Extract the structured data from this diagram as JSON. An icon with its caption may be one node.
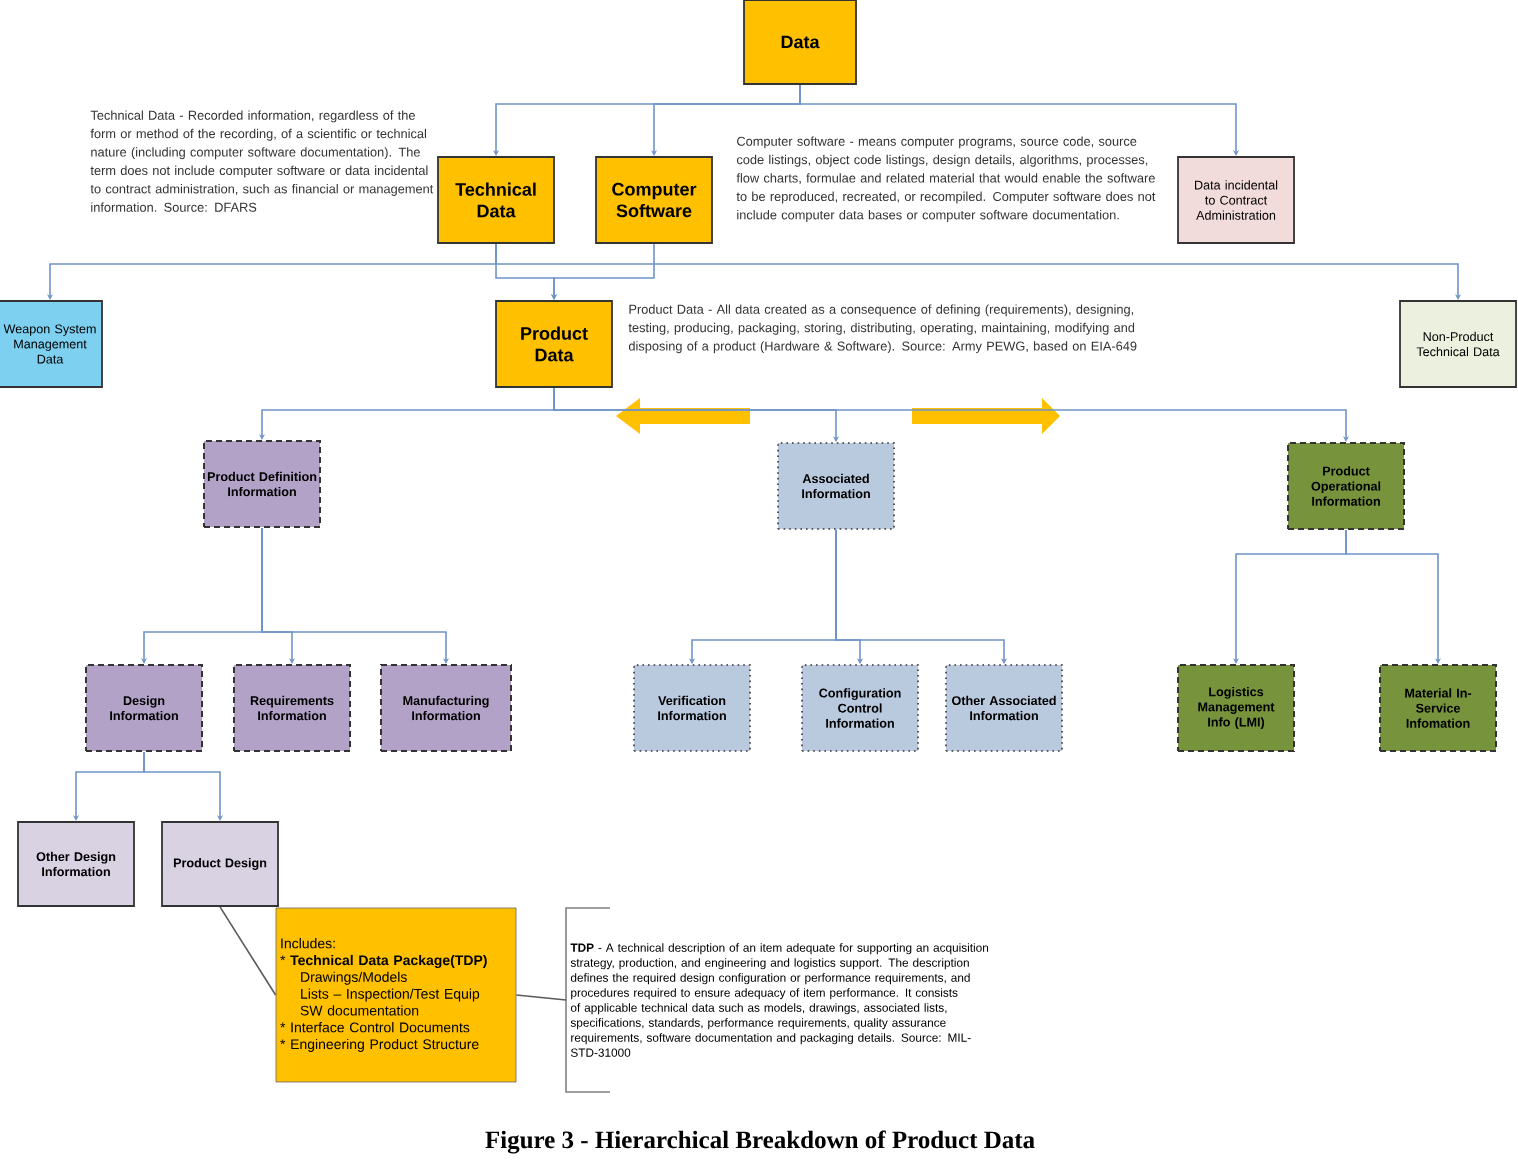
{
  "diagram": {
    "caption": "Figure 3 - Hierarchical Breakdown of Product Data",
    "nodes": [
      {
        "text": [
          "Data"
        ]
      },
      {
        "text": [
          "Technical Data"
        ]
      },
      {
        "text": [
          "Computer Software"
        ]
      },
      {
        "text": [
          "Data incidental to Contract Administration"
        ]
      },
      {
        "text": [
          "Weapon System Management Data"
        ]
      },
      {
        "text": [
          "Product Data"
        ]
      },
      {
        "text": [
          "Non-Product Technical Data"
        ]
      },
      {
        "text": [
          "Product Definition Information"
        ]
      },
      {
        "text": [
          "Associated Information"
        ]
      },
      {
        "text": [
          "Product Operational Information"
        ]
      },
      {
        "text": [
          "Design Information"
        ]
      },
      {
        "text": [
          "Requirements Information"
        ]
      },
      {
        "text": [
          "Manufacturing Information"
        ]
      },
      {
        "text": [
          "Verification Information"
        ]
      },
      {
        "text": [
          "Configuration Control Information"
        ]
      },
      {
        "text": [
          "Other Associated Information"
        ]
      },
      {
        "text": [
          "Logistics Management Info (LMI)"
        ]
      },
      {
        "text": [
          "Material In-Service Infomation"
        ]
      },
      {
        "text": [
          "Other Design Information"
        ]
      },
      {
        "text": [
          "Product Design"
        ]
      },
      {
        "text": [
          "Includes:",
          "* **Technical Data Package(TDP)**",
          "Drawings/Models",
          "Lists – Inspection/Test Equip",
          "SW documentation",
          "* Interface Control Documents",
          "* Engineering Product Structure"
        ]
      },
      {
        "text": [
          "**TDP** - A technical description of an item adequate for supporting an acquisition strategy, production, and engineering and logistics support. The description defines the required design configuration or performance requirements, and procedures required to ensure adequacy of item performance. It consists of applicable technical data such as models, drawings, associated lists, specifications, standards, performance requirements, quality assurance requirements, software documentation and packaging details. Source: MIL-STD-31000"
        ]
      }
    ],
    "edges": [
      {
        "from": 0,
        "to": 1,
        "arrow": "to"
      },
      {
        "from": 0,
        "to": 2,
        "arrow": "to"
      },
      {
        "from": 0,
        "to": 3,
        "arrow": "to"
      },
      {
        "from": 1,
        "to": 4,
        "arrow": "to"
      },
      {
        "from": 1,
        "to": 5,
        "arrow": "to"
      },
      {
        "from": 2,
        "to": 5,
        "arrow": "to"
      },
      {
        "from": 1,
        "to": 6,
        "arrow": "to"
      },
      {
        "from": 5,
        "to": 7,
        "arrow": "to"
      },
      {
        "from": 5,
        "to": 8,
        "arrow": "to"
      },
      {
        "from": 5,
        "to": 9,
        "arrow": "to"
      },
      {
        "from": 7,
        "to": 10,
        "arrow": "to"
      },
      {
        "from": 7,
        "to": 11,
        "arrow": "to"
      },
      {
        "from": 7,
        "to": 12,
        "arrow": "to"
      },
      {
        "from": 8,
        "to": 13,
        "arrow": "to"
      },
      {
        "from": 8,
        "to": 14,
        "arrow": "to"
      },
      {
        "from": 8,
        "to": 15,
        "arrow": "to"
      },
      {
        "from": 9,
        "to": 16,
        "arrow": "to"
      },
      {
        "from": 9,
        "to": 17,
        "arrow": "to"
      },
      {
        "from": 10,
        "to": 18,
        "arrow": "to"
      },
      {
        "from": 10,
        "to": 19,
        "arrow": "to"
      },
      {
        "from": 19,
        "to": 20,
        "arrow": "none",
        "color": "#595959"
      },
      {
        "from": 20,
        "to": 21,
        "arrow": "none",
        "color": "#595959"
      }
    ],
    "labels": [
      "Technical Data - Recorded information, regardless of the form or method of the recording, of a scientific or technical nature (including computer software documentation). The term does not include computer software or data incidental to contract administration, such as financial or management information. Source: DFARS",
      "Computer software - means computer programs, source code, source code listings, object code listings, design details, algorithms, processes, flow charts, formulae and related material that would enable the software to be reproduced, recreated, or recompiled. Computer software does not include computer data bases or computer software documentation.",
      "Product Data - All data created as a consequence of defining (requirements), designing, testing, producing, packaging, storing, distributing, operating, maintaining, modifying and disposing of a product (Hardware & Software). Source: Army PEWG, based on EIA-649"
    ]
  }
}
